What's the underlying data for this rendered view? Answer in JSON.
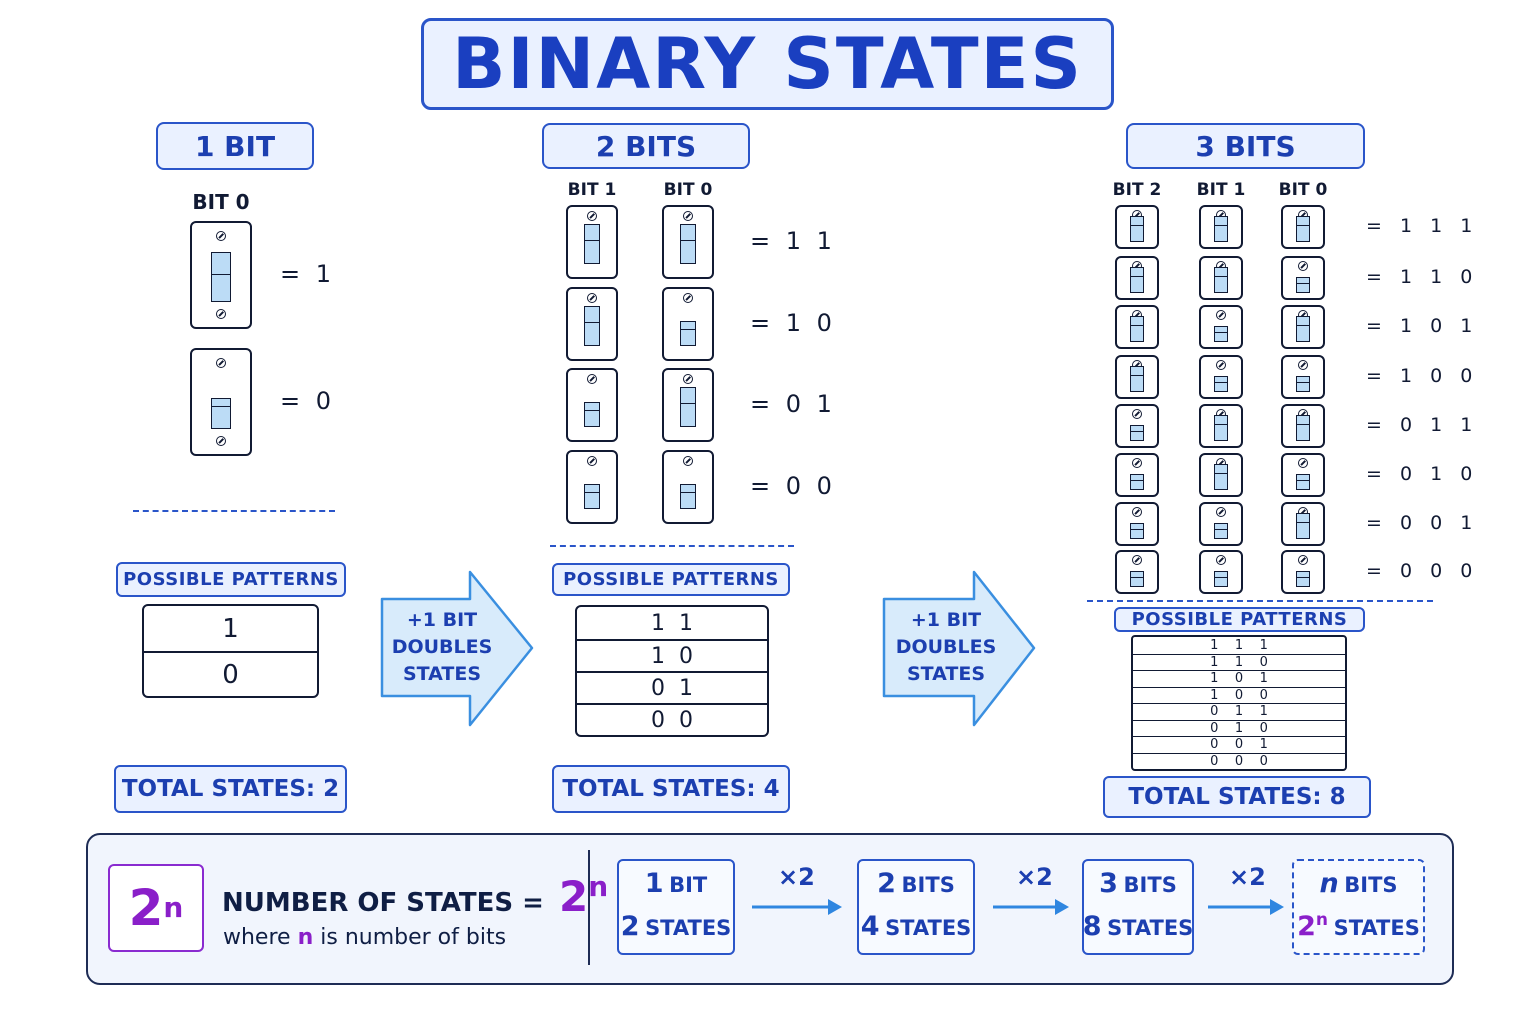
{
  "title": "BINARY STATES",
  "columns": [
    {
      "heading": "1 BIT",
      "bit_labels": [
        "BIT 0"
      ],
      "states": [
        {
          "bits": [
            1
          ],
          "label": "= 1"
        },
        {
          "bits": [
            0
          ],
          "label": "= 0"
        }
      ],
      "patterns_label": "POSSIBLE PATTERNS",
      "patterns": [
        "1",
        "0"
      ],
      "total": "TOTAL STATES: 2"
    },
    {
      "heading": "2 BITS",
      "bit_labels": [
        "BIT 1",
        "BIT 0"
      ],
      "states": [
        {
          "bits": [
            1,
            1
          ],
          "label": "= 1 1"
        },
        {
          "bits": [
            1,
            0
          ],
          "label": "= 1 0"
        },
        {
          "bits": [
            0,
            1
          ],
          "label": "= 0 1"
        },
        {
          "bits": [
            0,
            0
          ],
          "label": "= 0 0"
        }
      ],
      "patterns_label": "POSSIBLE PATTERNS",
      "patterns": [
        "1  1",
        "1  0",
        "0  1",
        "0  0"
      ],
      "total": "TOTAL STATES: 4"
    },
    {
      "heading": "3 BITS",
      "bit_labels": [
        "BIT 2",
        "BIT 1",
        "BIT 0"
      ],
      "states": [
        {
          "bits": [
            1,
            1,
            1
          ],
          "label": "= 1 1 1"
        },
        {
          "bits": [
            1,
            1,
            0
          ],
          "label": "= 1 1 0"
        },
        {
          "bits": [
            1,
            0,
            1
          ],
          "label": "= 1 0 1"
        },
        {
          "bits": [
            1,
            0,
            0
          ],
          "label": "= 1 0 0"
        },
        {
          "bits": [
            0,
            1,
            1
          ],
          "label": "= 0 1 1"
        },
        {
          "bits": [
            0,
            1,
            0
          ],
          "label": "= 0 1 0"
        },
        {
          "bits": [
            0,
            0,
            1
          ],
          "label": "= 0 0 1"
        },
        {
          "bits": [
            0,
            0,
            0
          ],
          "label": "= 0 0 0"
        }
      ],
      "patterns_label": "POSSIBLE PATTERNS",
      "patterns": [
        "1    1    1",
        "1    1    0",
        "1    0    1",
        "1    0    0",
        "0    1    1",
        "0    1    0",
        "0    0    1",
        "0    0    0"
      ],
      "total": "TOTAL STATES: 8"
    }
  ],
  "arrows": [
    {
      "lines": [
        "+1 BIT",
        "DOUBLES",
        "STATES"
      ]
    },
    {
      "lines": [
        "+1 BIT",
        "DOUBLES",
        "STATES"
      ]
    }
  ],
  "formula": {
    "base": "2",
    "exp": "n",
    "label": "NUMBER OF STATES =",
    "where_prefix": "where",
    "where_var": "n",
    "where_suffix": "is number of bits"
  },
  "progression": [
    {
      "num": "1",
      "unit": "BIT",
      "num2": "2",
      "unit2": "STATES"
    },
    {
      "num": "2",
      "unit": "BITS",
      "num2": "4",
      "unit2": "STATES"
    },
    {
      "num": "3",
      "unit": "BITS",
      "num2": "8",
      "unit2": "STATES"
    },
    {
      "num": "n",
      "unit": "BITS",
      "num2": "2",
      "num2_exp": "n",
      "unit2": "STATES"
    }
  ],
  "multiplier": "×2",
  "colors": {
    "accent": "#1c3fb0",
    "toggle_fill": "#bcdcf6",
    "formula": "#8a1fc9"
  }
}
